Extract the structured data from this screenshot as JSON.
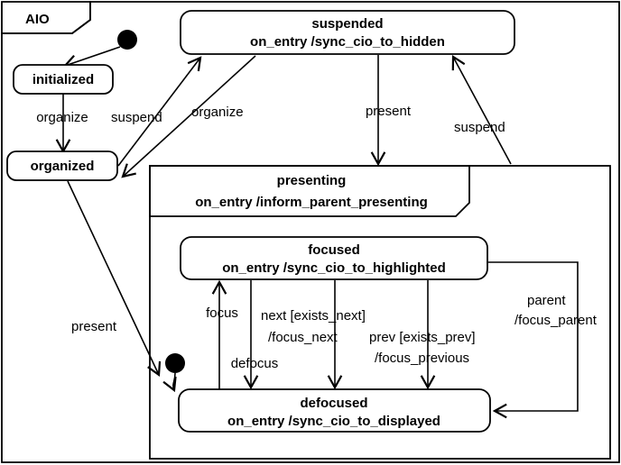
{
  "diagram": {
    "type": "uml-state-machine",
    "frame_label": "AIO",
    "background": "#ffffff",
    "line_color": "#000000"
  },
  "states": {
    "initialized": {
      "name": "initialized",
      "entry": ""
    },
    "organized": {
      "name": "organized",
      "entry": ""
    },
    "suspended": {
      "name": "suspended",
      "entry": "on_entry /sync_cio_to_hidden"
    },
    "presenting": {
      "name": "presenting",
      "entry": "on_entry /inform_parent_presenting"
    },
    "focused": {
      "name": "focused",
      "entry": "on_entry /sync_cio_to_highlighted"
    },
    "defocused": {
      "name": "defocused",
      "entry": "on_entry /sync_cio_to_displayed"
    }
  },
  "transitions": {
    "organize_init_to_org": "organize",
    "suspend_org_to_susp": "suspend",
    "organize_susp_to_org": "organize",
    "present_susp_to_pres": "present",
    "suspend_pres_to_susp": "suspend",
    "present_org_to_pres": "present",
    "focus": "focus",
    "defocus": "defocus",
    "next": "next [exists_next]",
    "next_action": "/focus_next",
    "prev": "prev [exists_prev]",
    "prev_action": "/focus_previous",
    "parent": "parent",
    "parent_action": "/focus_parent"
  }
}
